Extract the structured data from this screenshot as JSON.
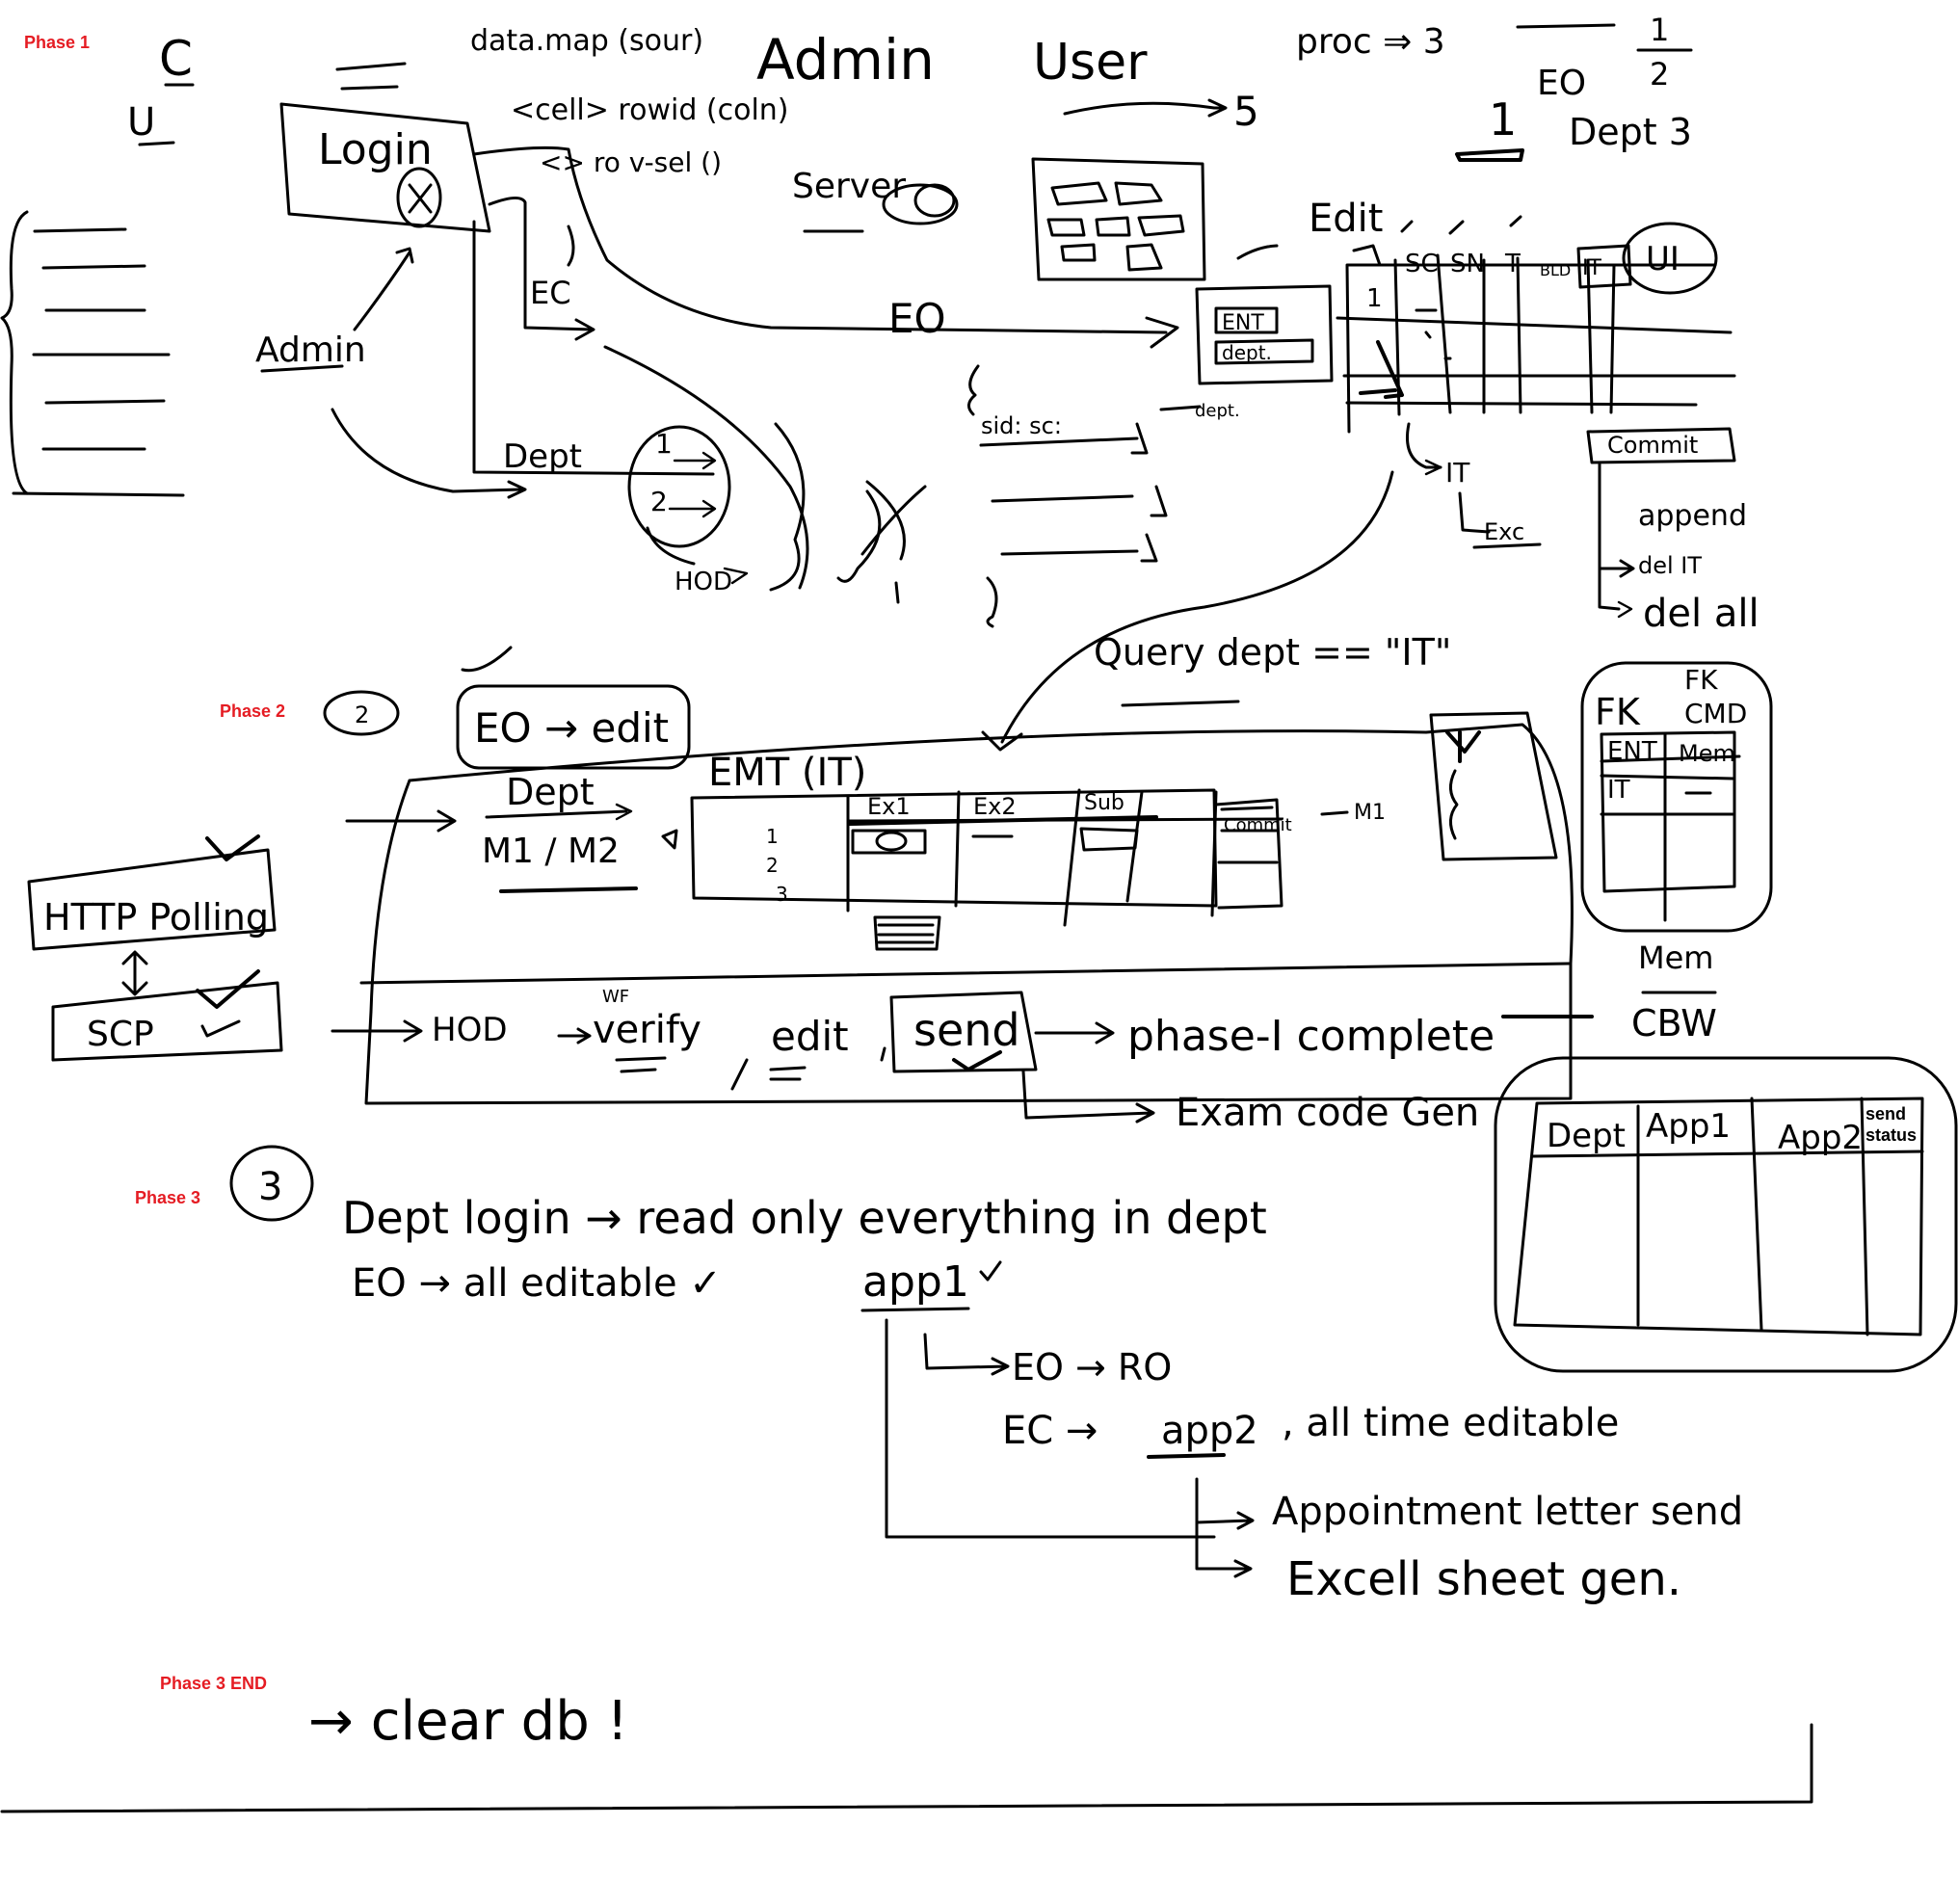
{
  "phases": {
    "phase1": "Phase 1",
    "phase2": "Phase 2",
    "phase3": "Phase 3",
    "phase3_end": "Phase 3 END"
  },
  "phase1": {
    "header_c": "C",
    "header_u": "U",
    "data_map": "data.map (sour)",
    "cell_row": "<cell> rowid (coln)",
    "ro_visual": "<> ro v-sel ()",
    "admin_title": "Admin",
    "user_title": "User",
    "user_count": "5",
    "proc": "proc ⇒ 3",
    "eo_frac": "EO",
    "half_num": "1",
    "half_den": "2",
    "one": "1",
    "dept3": "Dept 3",
    "login": "Login",
    "admin_label": "Admin",
    "ec_label": "EC",
    "eo_label": "EO",
    "dept_label": "Dept",
    "hod_label": "HOD",
    "server": "Server",
    "ent": "ENT",
    "dept_box": "dept.",
    "sid_sc": "sid: sc:",
    "edit_label": "Edit",
    "grid_headers": [
      "SC",
      "SN",
      "T",
      "BLD",
      "IT",
      "UI"
    ],
    "grid_row_num": "1",
    "it_exc": "IT",
    "exc": "Exc",
    "commit": "Commit",
    "append": "append",
    "del_it": "del IT",
    "del_all": "del all",
    "query": "Query dept == \"IT\""
  },
  "phase2": {
    "num": "2",
    "eo_edit": "EO → edit",
    "http_polling": "HTTP Polling",
    "scp": "SCP",
    "dept": "Dept",
    "m1m2": "M1 / M2",
    "emt_it": "EMT (IT)",
    "ex1": "Ex1",
    "ex2": "Ex2",
    "sub": "Sub",
    "row_nums": [
      "1",
      "2",
      "3"
    ],
    "commit": "Commit",
    "m1": "M1",
    "fk": "FK",
    "fk_cmd": "FK CMD",
    "ent": "ENT",
    "mem": "Mem",
    "it": "IT",
    "mem_cbw": "Mem",
    "cbw": "CBW",
    "hod": "HOD",
    "wf": "WF",
    "verify": "verify",
    "edit": "edit",
    "send": "send",
    "phase_complete": "phase-I complete",
    "exam_code_gen": "Exam code Gen",
    "table_headers": [
      "Dept",
      "App1",
      "App2"
    ],
    "send_status": [
      "send",
      "status"
    ]
  },
  "phase3": {
    "num": "3",
    "line1": "Dept login → read only everything in dept",
    "line2_eo": "EO → all editable ✓",
    "app1": "app1",
    "eo_ro": "EO → RO",
    "ec_app2": "EC →",
    "app2": "app2",
    "all_time": ", all time editable",
    "appointment": "Appointment letter send",
    "excel": "Excell sheet gen."
  },
  "end": {
    "clear_db": "→ clear db !"
  }
}
